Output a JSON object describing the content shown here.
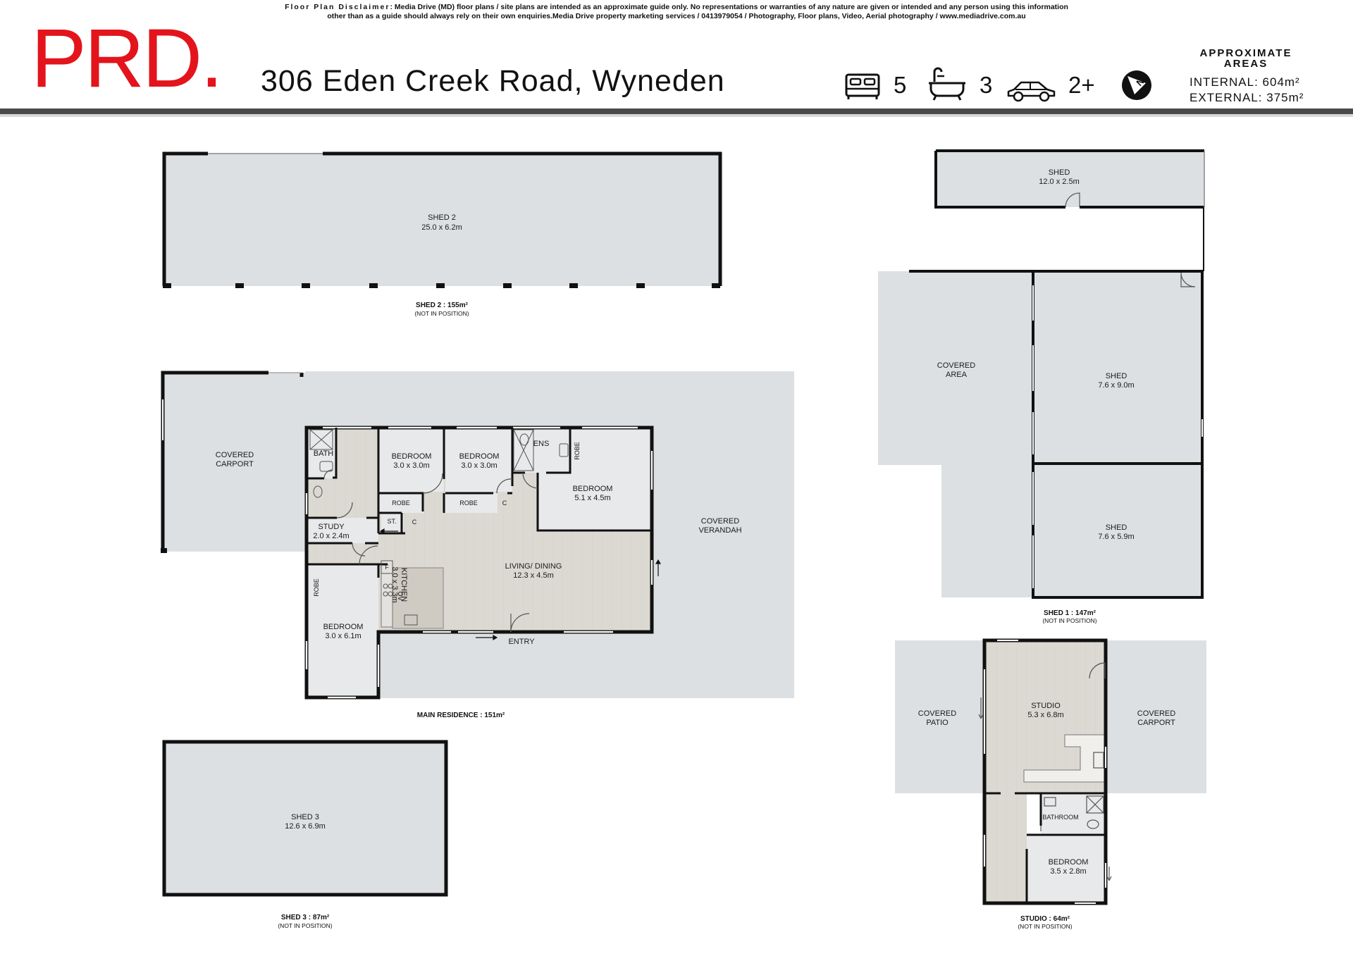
{
  "header": {
    "disclaimer_title": "Floor Plan Disclaimer",
    "disclaimer_line1": ": Media Drive (MD) floor plans / site plans are intended as an approximate guide only.  No representations or warranties of any nature are given or intended and any person using this information",
    "disclaimer_line2": "other than as a guide should always rely on their own enquiries.Media Drive property marketing services / 0413979054 / Photography, Floor plans,  Video, Aerial photography / www.mediadrive.com.au",
    "logo_text": "PRD.",
    "address": "306 Eden Creek Road, Wyneden",
    "bedrooms": "5",
    "bathrooms": "3",
    "car_spaces": "2+",
    "areas_title_1": "APPROXIMATE",
    "areas_title_2": "AREAS",
    "internal_label": "INTERNAL:",
    "internal_value": "604m²",
    "external_label": "EXTERNAL:",
    "external_value": "375m²",
    "colors": {
      "brand": "#e3141c",
      "bar": "#4a4a4a"
    },
    "icons": [
      "bed-icon",
      "bathtub-icon",
      "car-icon",
      "north-compass-icon"
    ]
  },
  "plan": {
    "colors": {
      "outdoor": "#dde0e2",
      "indoor_floor": "#dcd9d3",
      "room": "#e8e9ea",
      "wall": "#111111"
    },
    "shed2": {
      "name": "SHED 2",
      "dims": "25.0 x 6.2m",
      "caption": "SHED 2 : 155m²",
      "note": "(NOT IN POSITION)"
    },
    "main": {
      "caption": "MAIN RESIDENCE : 151m²",
      "covered_carport": "COVERED",
      "covered_carport_2": "CARPORT",
      "covered_verandah": "COVERED",
      "covered_verandah_2": "VERANDAH",
      "bath": "BATH",
      "bedroom_a": "BEDROOM",
      "bedroom_a_dims": "3.0 x 3.0m",
      "bedroom_b": "BEDROOM",
      "bedroom_b_dims": "3.0 x 3.0m",
      "ens": "ENS",
      "robe_vertical": "ROBE",
      "master": "BEDROOM",
      "master_dims": "5.1 x 4.5m",
      "robe_a": "ROBE",
      "robe_b": "ROBE",
      "c_a": "C",
      "c_b": "C",
      "st": "ST.",
      "study": "STUDY",
      "study_dims": "2.0 x 2.4m",
      "living": "LIVING/ DINING",
      "living_dims": "12.3 x 4.5m",
      "kitchen": "KITCHEN",
      "kitchen_dims": "3.0 x 3.3m",
      "fridge": "F",
      "oven": "OV",
      "robe_left": "ROBE",
      "bedroom_c": "BEDROOM",
      "bedroom_c_dims": "3.0 x 6.1m",
      "entry": "ENTRY"
    },
    "shed3": {
      "name": "SHED 3",
      "dims": "12.6 x 6.9m",
      "caption": "SHED 3 : 87m²",
      "note": "(NOT IN POSITION)"
    },
    "shed1": {
      "shed_top": "SHED",
      "shed_top_dims": "12.0 x 2.5m",
      "covered_area": "COVERED",
      "covered_area_2": "AREA",
      "shed_mid": "SHED",
      "shed_mid_dims": "7.6 x 9.0m",
      "shed_low": "SHED",
      "shed_low_dims": "7.6 x 5.9m",
      "caption": "SHED 1 : 147m²",
      "note": "(NOT IN POSITION)"
    },
    "studio": {
      "covered_patio": "COVERED",
      "covered_patio_2": "PATIO",
      "studio": "STUDIO",
      "studio_dims": "5.3 x 6.8m",
      "covered_carport": "COVERED",
      "covered_carport_2": "CARPORT",
      "bathroom": "BATHROOM",
      "bedroom": "BEDROOM",
      "bedroom_dims": "3.5 x 2.8m",
      "caption": "STUDIO : 64m²",
      "note": "(NOT IN POSITION)"
    }
  }
}
